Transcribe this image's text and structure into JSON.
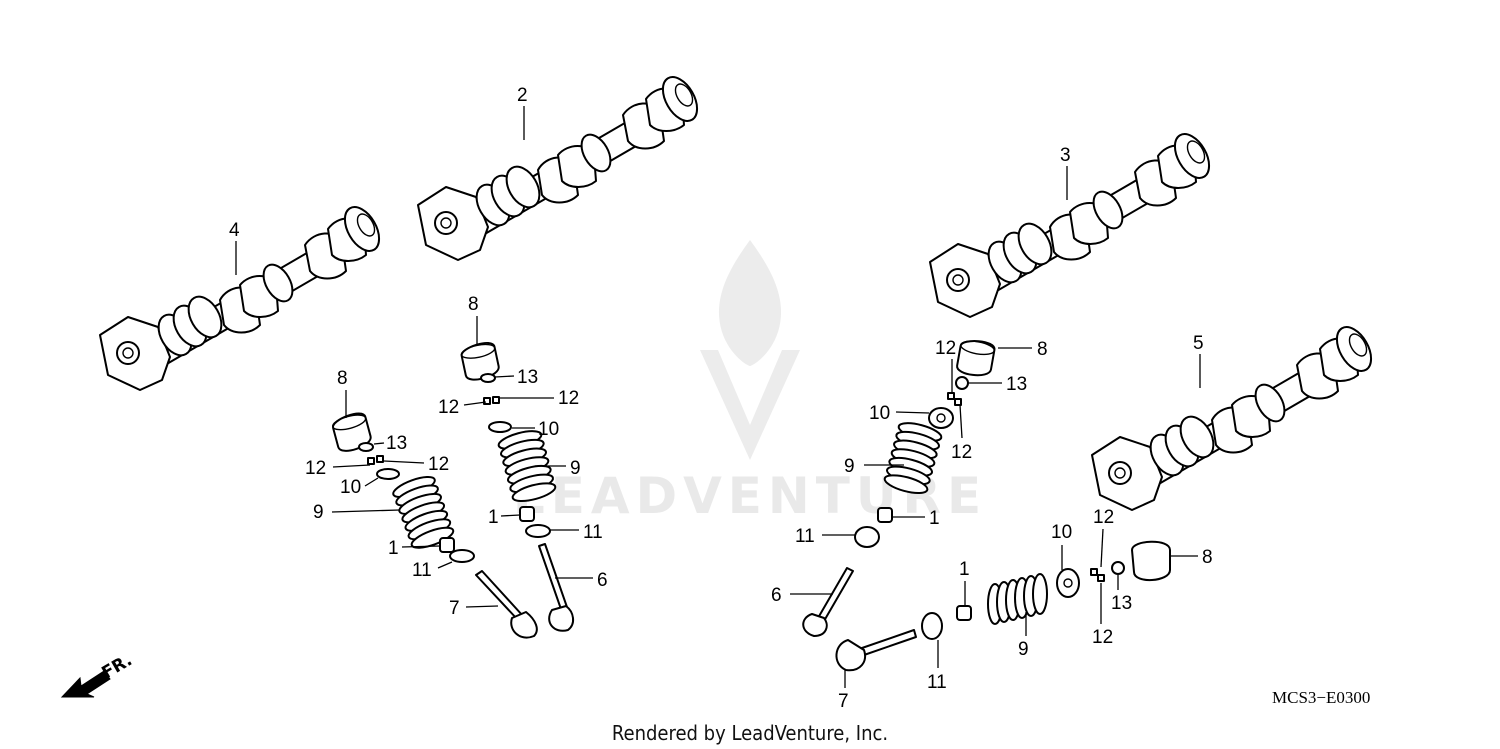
{
  "watermark": {
    "text": "LEADVENTURE"
  },
  "footer": {
    "credit": "Rendered by LeadVenture, Inc.",
    "code": "MCS3−E0300"
  },
  "direction": {
    "label": "FR."
  },
  "callouts": {
    "c2": "2",
    "c3": "3",
    "c4": "4",
    "c5": "5",
    "a8": "8",
    "a13": "13",
    "a12a": "12",
    "a12b": "12",
    "a10": "10",
    "a9": "9",
    "a1": "1",
    "a11": "11",
    "a7": "7",
    "b8": "8",
    "b13": "13",
    "b12a": "12",
    "b12b": "12",
    "b10": "10",
    "b9": "9",
    "b1": "1",
    "b11": "11",
    "b6": "6",
    "d12a": "12",
    "d8": "8",
    "d13": "13",
    "d10": "10",
    "d12b": "12",
    "d9": "9",
    "d11": "11",
    "d1": "1",
    "d6": "6",
    "e1": "1",
    "e10": "10",
    "e12a": "12",
    "e8": "8",
    "e13": "13",
    "e12b": "12",
    "e9": "9",
    "e11": "11",
    "e7": "7"
  }
}
